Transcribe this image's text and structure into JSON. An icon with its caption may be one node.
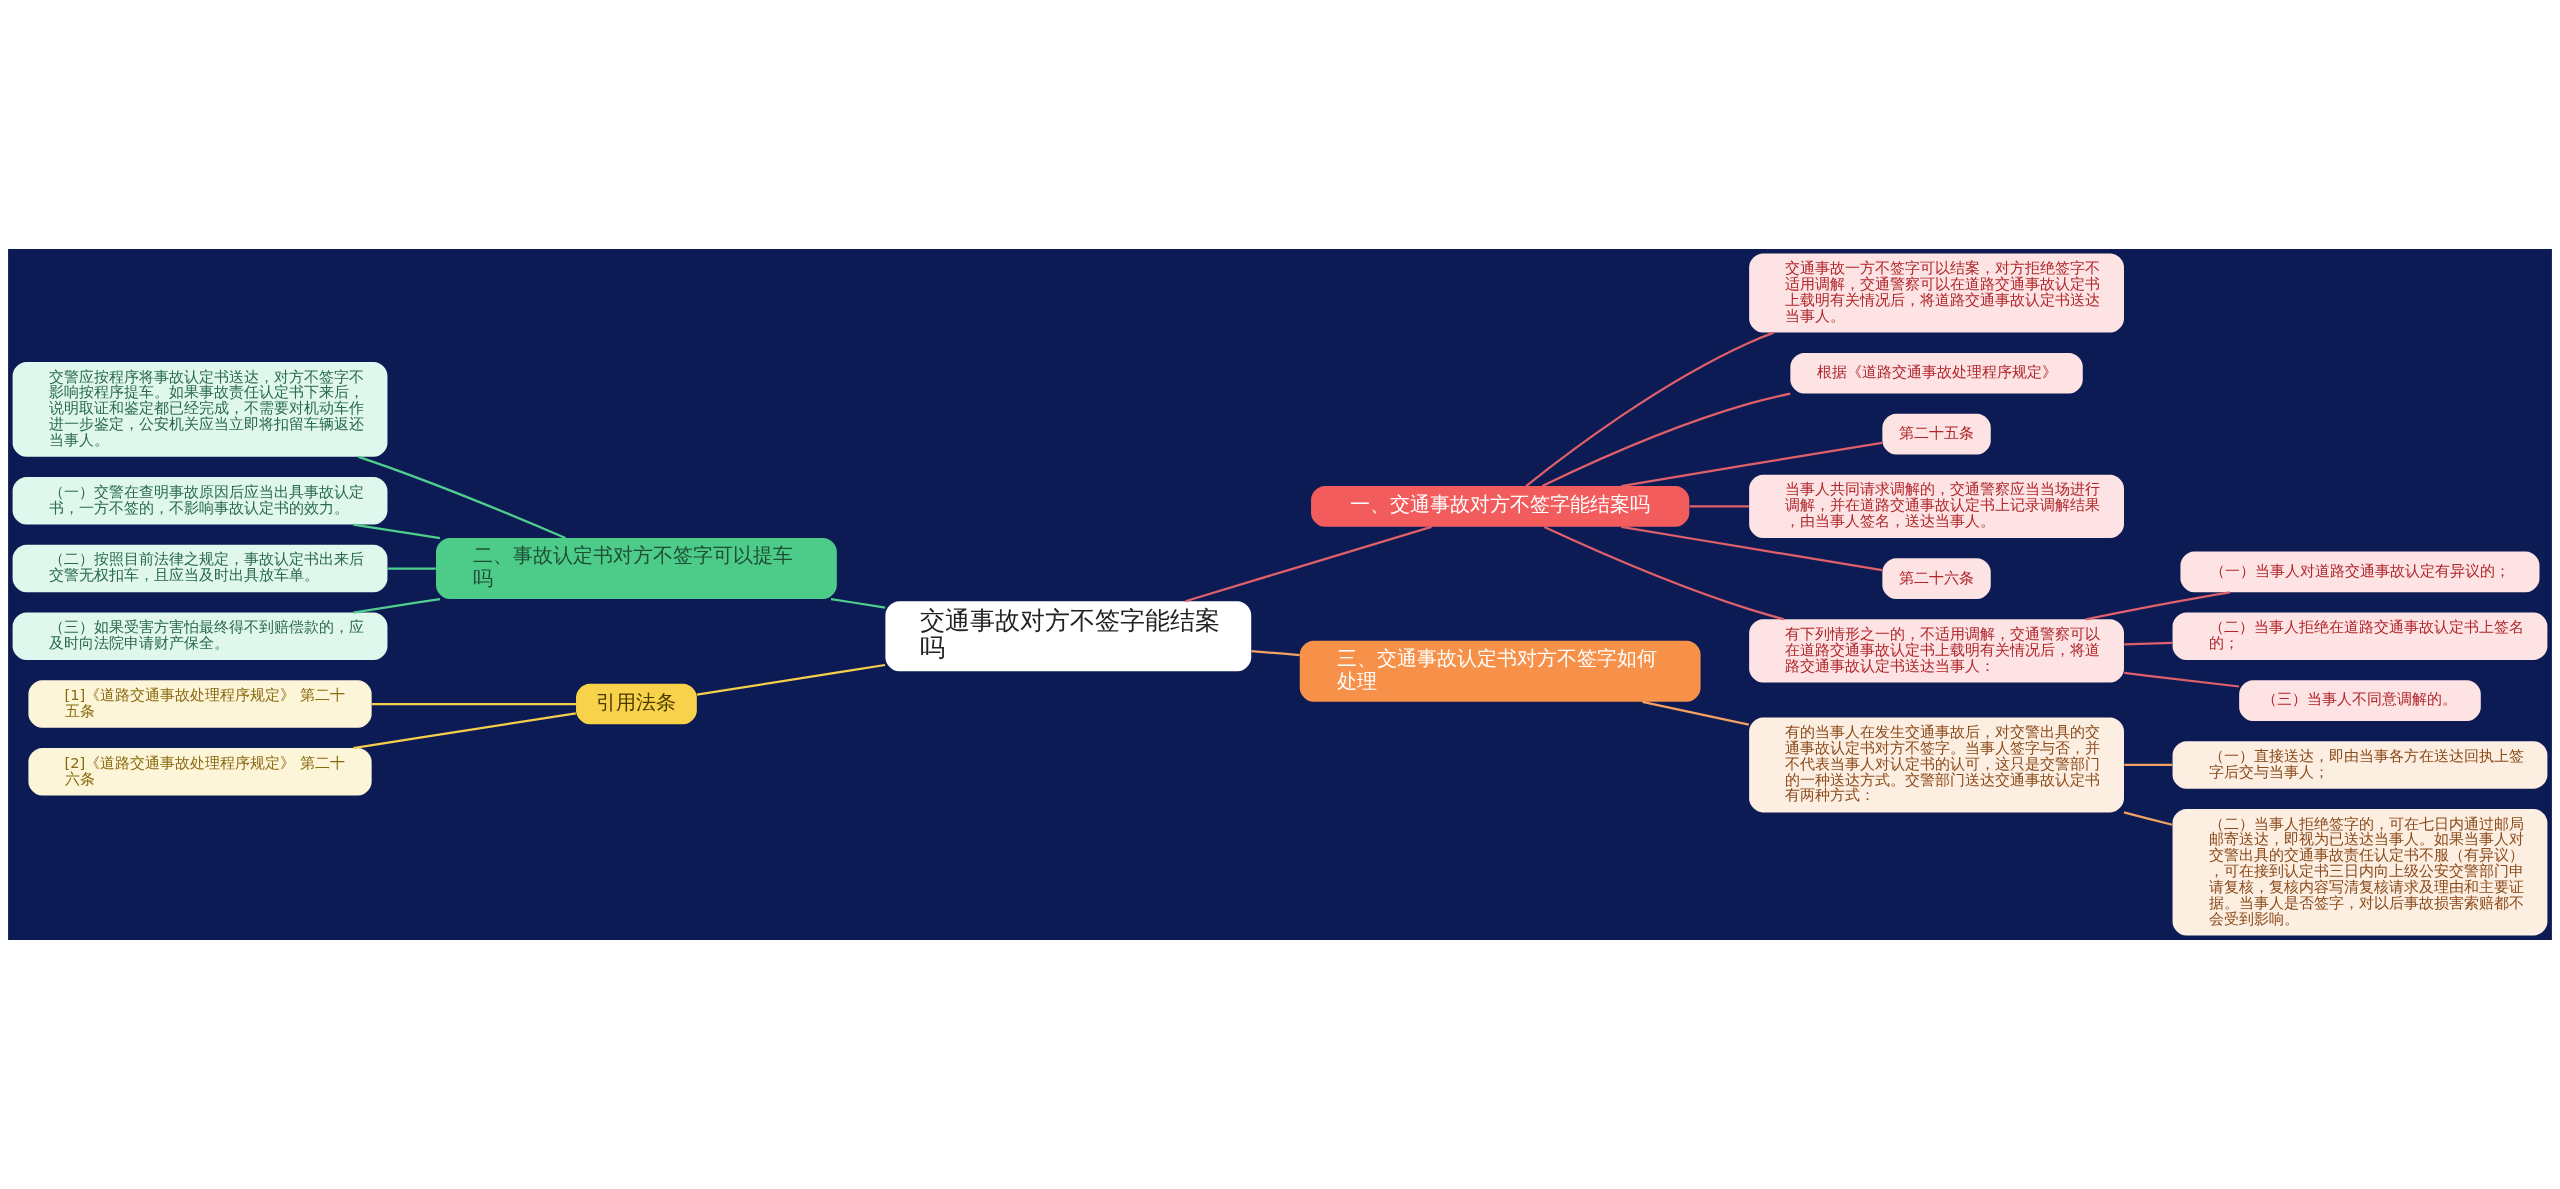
{
  "diagram": {
    "nodes": [
      {
        "text": [
          "交通事故对方不签字能结案吗"
        ]
      },
      {
        "text": [
          "一、交通事故对方不签字能结案吗"
        ]
      },
      {
        "text": [
          "交通事故一方不签字可以结案，对方拒绝签字不适用调解，交通警察可以在道路交通事故认定书上载明有关情况后，将道路交通事故认定书送达当事人。"
        ]
      },
      {
        "text": [
          "根据《道路交通事故处理程序规定》"
        ]
      },
      {
        "text": [
          "第二十五条"
        ]
      },
      {
        "text": [
          "当事人共同请求调解的，交通警察应当当场进行调解，并在道路交通事故认定书上记录调解结果，由当事人签名，送达当事人。"
        ]
      },
      {
        "text": [
          "第二十六条"
        ]
      },
      {
        "text": [
          "有下列情形之一的，不适用调解，交通警察可以在道路交通事故认定书上载明有关情况后，将道路交通事故认定书送达当事人："
        ]
      },
      {
        "text": [
          "（一）当事人对道路交通事故认定有异议的；"
        ]
      },
      {
        "text": [
          "（二）当事人拒绝在道路交通事故认定书上签名的；"
        ]
      },
      {
        "text": [
          "（三）当事人不同意调解的。"
        ]
      },
      {
        "text": [
          "三、交通事故认定书对方不签字如何处理"
        ]
      },
      {
        "text": [
          "有的当事人在发生交通事故后，对交警出具的交通事故认定书对方不签字。当事人签字与否，并不代表当事人对认定书的认可，这只是交警部门的一种送达方式。交警部门送达交通事故认定书有两种方式："
        ]
      },
      {
        "text": [
          "（一）直接送达，即由当事各方在送达回执上签字后交与当事人；"
        ]
      },
      {
        "text": [
          "（二）当事人拒绝签字的，可在七日内通过邮局邮寄送达，即视为已送达当事人。如果当事人对交警出具的交通事故责任认定书不服（有异议），可在接到认定书三日内向上级公安交警部门申请复核，复核内容写清复核请求及理由和主要证据。当事人是否签字，对以后事故损害索赔都不会受到影响。"
        ]
      },
      {
        "text": [
          "二、事故认定书对方不签字可以提车吗"
        ]
      },
      {
        "text": [
          "交警应按程序将事故认定书送达，对方不签字不影响按程序提车。如果事故责任认定书下来后，说明取证和鉴定都已经完成，不需要对机动车作进一步鉴定，公安机关应当立即将扣留车辆返还当事人。"
        ]
      },
      {
        "text": [
          "（一）交警在查明事故原因后应当出具事故认定书，一方不签的，不影响事故认定书的效力。"
        ]
      },
      {
        "text": [
          "（二）按照目前法律之规定，事故认定书出来后交警无权扣车，且应当及时出具放车单。"
        ]
      },
      {
        "text": [
          "（三）如果受害方害怕最终得不到赔偿款的，应及时向法院申请财产保全。"
        ]
      },
      {
        "text": [
          "引用法条"
        ]
      },
      {
        "text": [
          "[1]《道路交通事故处理程序规定》 第二十五条"
        ]
      },
      {
        "text": [
          "[2]《道路交通事故处理程序规定》 第二十六条"
        ]
      }
    ],
    "edges": [
      {
        "from": 0,
        "to": 1,
        "arrow": "none"
      },
      {
        "from": 1,
        "to": 2,
        "arrow": "none"
      },
      {
        "from": 1,
        "to": 3,
        "arrow": "none"
      },
      {
        "from": 1,
        "to": 4,
        "arrow": "none"
      },
      {
        "from": 1,
        "to": 5,
        "arrow": "none"
      },
      {
        "from": 1,
        "to": 6,
        "arrow": "none"
      },
      {
        "from": 1,
        "to": 7,
        "arrow": "none"
      },
      {
        "from": 7,
        "to": 8,
        "arrow": "none"
      },
      {
        "from": 7,
        "to": 9,
        "arrow": "none"
      },
      {
        "from": 7,
        "to": 10,
        "arrow": "none"
      },
      {
        "from": 0,
        "to": 11,
        "arrow": "none",
        "color": "#f2a162"
      },
      {
        "from": 11,
        "to": 12,
        "arrow": "none",
        "color": "#f2a162"
      },
      {
        "from": 12,
        "to": 13,
        "arrow": "none",
        "color": "#f2a162"
      },
      {
        "from": 12,
        "to": 14,
        "arrow": "none",
        "color": "#f2a162"
      },
      {
        "from": 0,
        "to": 15,
        "arrow": "none",
        "color": "#4fcf8e"
      },
      {
        "from": 15,
        "to": 16,
        "arrow": "none",
        "color": "#4fcf8e"
      },
      {
        "from": 15,
        "to": 17,
        "arrow": "none",
        "color": "#4fcf8e"
      },
      {
        "from": 15,
        "to": 18,
        "arrow": "none",
        "color": "#4fcf8e"
      },
      {
        "from": 15,
        "to": 19,
        "arrow": "none",
        "color": "#4fcf8e"
      },
      {
        "from": 0,
        "to": 20,
        "arrow": "none",
        "color": "#f5cf4a"
      },
      {
        "from": 20,
        "to": 21,
        "arrow": "none",
        "color": "#f5cf4a"
      },
      {
        "from": 20,
        "to": 22,
        "arrow": "none",
        "color": "#f5cf4a"
      }
    ]
  }
}
